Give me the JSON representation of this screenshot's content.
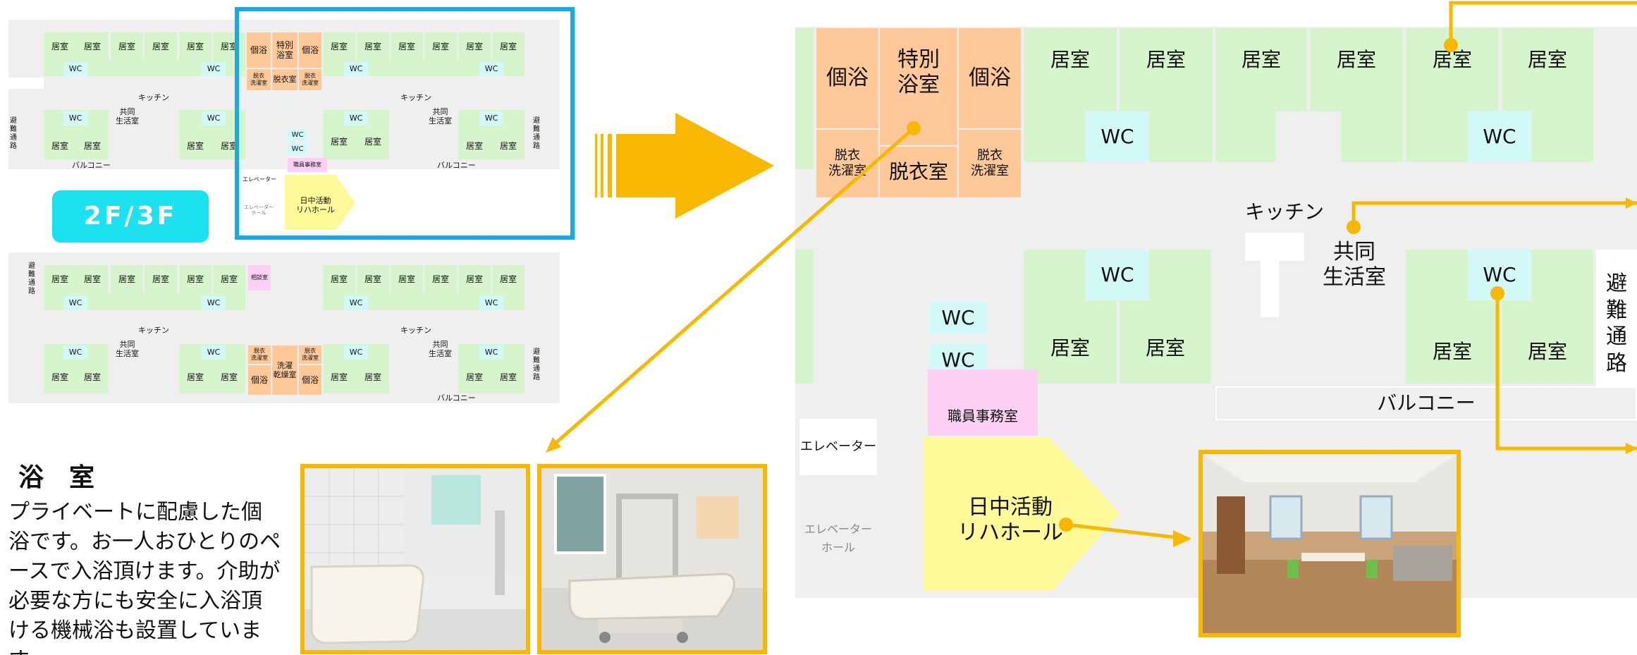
{
  "mini": {
    "room": "居室",
    "wc": "WC",
    "kitchen": "キッチン",
    "common": "共同\n生活室",
    "evac": "避\n難\n通\n路",
    "balcony": "バルコニー",
    "kojoku": "個浴",
    "tokubetsu": "特別\n浴室",
    "datsui": "脱衣\n洗濯室",
    "datsuishitsu": "脱衣室",
    "staff": "職員事務室",
    "elevator": "エレベーター",
    "elev_hall": "エレベーター\nホール",
    "hall": "日中活動\nリハホール",
    "sodan": "相談室",
    "sentaku": "洗濯\n乾燥室"
  },
  "floor_badge": "2F/3F",
  "detail": {
    "kojoku": "個浴",
    "tokubetsu": "特別\n浴室",
    "datsui": "脱衣\n洗濯室",
    "datsuishitsu": "脱衣室",
    "room": "居室",
    "wc": "WC",
    "kitchen": "キッチン",
    "common": "共同\n生活室",
    "evac": "避\n難\n通\n路",
    "balcony": "バルコニー",
    "staff": "職員事務室",
    "elevator": "エレベーター",
    "elev_hall": "エレベーター\nホール",
    "hall": "日中活動\nリハホール"
  },
  "bath": {
    "title": "浴　室",
    "desc": "プライベートに配慮した個浴です。お一人おひとりのペースで入浴頂けます。介助が必要な方にも安全に入浴頂ける機械浴も設置しています。"
  },
  "colors": {
    "room": "#d7f5cc",
    "bath": "#ffc899",
    "wc": "#d2f8f8",
    "staff": "#fdd0f5",
    "hall": "#fffa99",
    "accent": "#f8b800",
    "badge": "#1de0f0",
    "highlight": "#19a8e8"
  }
}
